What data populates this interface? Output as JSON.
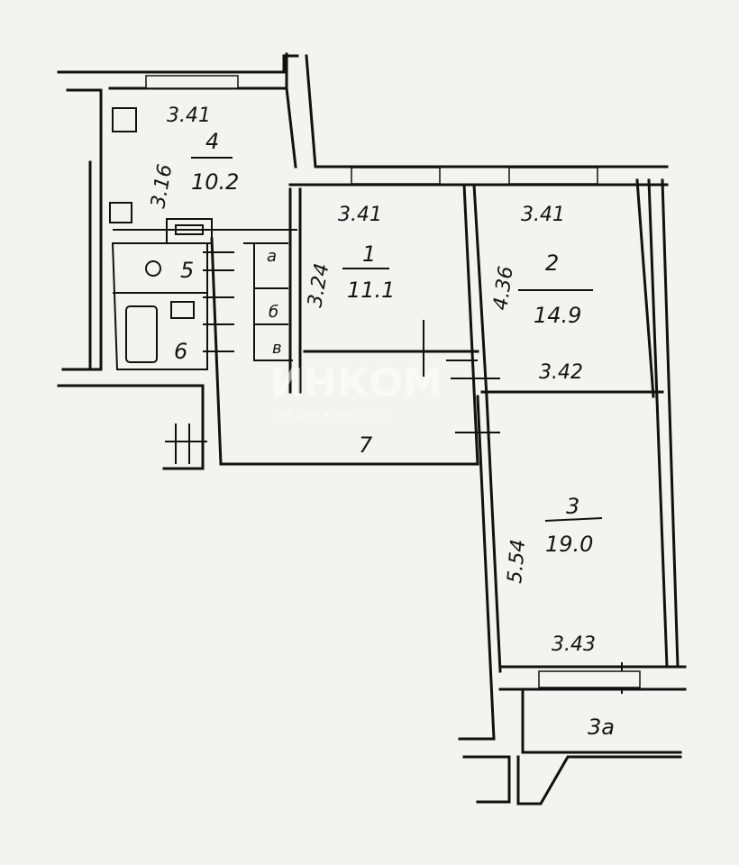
{
  "plan": {
    "rooms": [
      {
        "id": "4",
        "number": "4",
        "area": "10.2",
        "width": "3.41",
        "depth": "3.16"
      },
      {
        "id": "1",
        "number": "1",
        "area": "11.1",
        "width": "3.41",
        "depth": "3.24"
      },
      {
        "id": "2",
        "number": "2",
        "area": "14.9",
        "width": "3.41",
        "depth": "4.36",
        "bottom_width": "3.42"
      },
      {
        "id": "3",
        "number": "3",
        "area": "19.0",
        "depth": "5.54",
        "bottom_width": "3.43"
      }
    ],
    "bathroom": "5",
    "toilet_bath": "6",
    "corridor": "7",
    "balcony": "3a",
    "closets": [
      "а",
      "б",
      "в"
    ]
  },
  "watermark": {
    "brand": "ИНКОМ",
    "subtitle": "НЕДВИЖИМОСТЬ"
  }
}
